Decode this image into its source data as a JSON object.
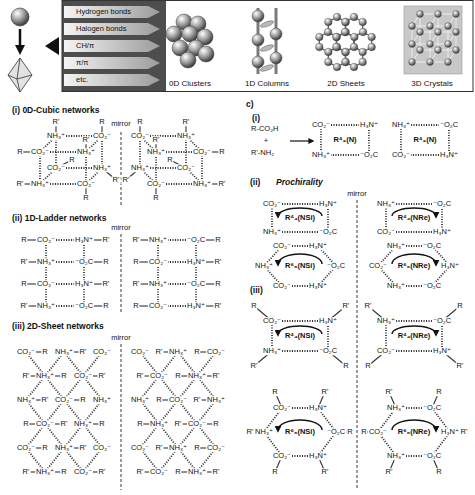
{
  "diagram": {
    "labels": [
      "Hydrogen bonds",
      "Halogen bonds",
      "CH/π",
      "π/π",
      "etc.",
      "0D Clusters",
      "1D Columns",
      "2D Sheets",
      "3D Crystals",
      "(i) 0D-Cubic networks",
      "mirror",
      "(ii) 1D-Ladder networks",
      "mirror",
      "(iii) 2D-Sheet networks",
      "mirror",
      "c)",
      "(i)",
      "R-CO₂H",
      "+",
      "R'-NH₂",
      "(ii)",
      "Prochirality",
      "mirror",
      "(iii)",
      "CO₂⁻",
      "NH₃⁺",
      "NH₃⁺",
      "CO₂⁻",
      "NH₃⁺",
      "CO₂⁻",
      "CO₂⁻",
      "NH₃⁺",
      "R",
      "R'",
      "R'",
      "R",
      "R'",
      "R",
      "R",
      "R'",
      "CO₂⁻",
      "NH₃⁺",
      "NH₃⁺",
      "CO₂⁻",
      "NH₃⁺",
      "CO₂⁻",
      "CO₂⁻",
      "NH₃⁺",
      "R",
      "R'",
      "R'",
      "R",
      "R'",
      "R",
      "R",
      "R'",
      "R",
      "CO₂⁻",
      "H₃N⁺",
      "R'",
      "R'",
      "NH₃⁺",
      "⁻O₂C",
      "R",
      "R",
      "CO₂⁻",
      "H₃N⁺",
      "R'",
      "R'",
      "NH₃⁺",
      "⁻O₂C",
      "R",
      "R",
      "⁻O₂C",
      "NH₃⁺",
      "R'",
      "R'",
      "H₃N⁺",
      "CO₂⁻",
      "R",
      "R",
      "⁻O₂C",
      "NH₃⁺",
      "R'",
      "R'",
      "H₃N⁺",
      "CO₂⁻",
      "R",
      "CO₂⁻",
      "R",
      "NH₃⁺",
      "R'",
      "CO₂⁻",
      "R'",
      "NH₃⁺",
      "R",
      "CO₂⁻",
      "R'",
      "NH₃⁺",
      "R'",
      "CO₂⁻",
      "R",
      "NH₃⁺",
      "R",
      "CO₂⁻",
      "R'",
      "NH₃⁺",
      "R",
      "CO₂⁻",
      "R",
      "NH₃⁺",
      "R'",
      "CO₂⁻",
      "R'",
      "NH₃⁺",
      "R",
      "CO₂⁻",
      "R'",
      "CO₂⁻",
      "R",
      "NH₃⁺",
      "R'",
      "CO₂⁻",
      "R'",
      "NH₃⁺",
      "R",
      "CO₂⁻",
      "R'",
      "NH₃⁺",
      "R'",
      "CO₂⁻",
      "R",
      "NH₃⁺",
      "R",
      "CO₂⁻",
      "R'",
      "NH₃⁺",
      "R",
      "CO₂⁻",
      "R",
      "NH₃⁺",
      "R'",
      "CO₂⁻",
      "R'",
      "NH₃⁺",
      "R",
      "CO₂⁻",
      "R'",
      "CO₂⁻",
      "H₃N⁺",
      "⁻O₂C",
      "NH₃⁺",
      "R⁴₄(N)",
      "NH₃⁺",
      "⁻O₂C",
      "H₃N⁺",
      "CO₂⁻",
      "R⁴₄(N)",
      "CO₂⁻",
      "H₃N⁺",
      "⁻O₂C",
      "NH₃⁺",
      "R⁴₄(NSi)",
      "NH₃⁺",
      "⁻O₂C",
      "H₃N⁺",
      "CO₂⁻",
      "R⁴₄(NRe)",
      "CO₂⁻",
      "H₃N⁺",
      "⁻O₂C",
      "H₃N⁺",
      "CO₂⁻",
      "NH₃⁺",
      "R⁶₆(NSi)",
      "NH₃⁺",
      "⁻O₂C",
      "H₃N⁺",
      "⁻O₂C",
      "NH₃⁺",
      "CO₂⁻",
      "R⁶₆(NRe)",
      "CO₂⁻",
      "H₃N⁺",
      "⁻O₂C",
      "NH₃⁺",
      "R⁴₄(NSi)",
      "R",
      "R'",
      "R",
      "R'",
      "NH₃⁺",
      "⁻O₂C",
      "H₃N⁺",
      "CO₂⁻",
      "R⁴₄(NRe)",
      "R'",
      "R",
      "R'",
      "R",
      "CO₂⁻",
      "H₃N⁺",
      "⁻O₂C",
      "H₃N⁺",
      "CO₂⁻",
      "NH₃⁺",
      "R⁶₆(NSi)",
      "R",
      "R'",
      "R",
      "R'",
      "R",
      "R'",
      "NH₃⁺",
      "⁻O₂C",
      "H₃N⁺",
      "⁻O₂C",
      "NH₃⁺",
      "CO₂⁻",
      "R⁶₆(NRe)",
      "R'",
      "R",
      "R'",
      "R",
      "R'",
      "R"
    ]
  }
}
